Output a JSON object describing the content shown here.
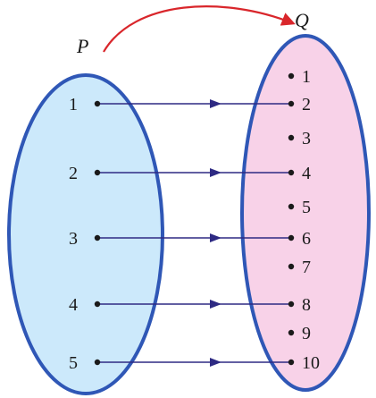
{
  "sets": {
    "domain": {
      "label": "P",
      "fill": "#cce9fb",
      "stroke": "#2f57b6"
    },
    "codomain": {
      "label": "Q",
      "fill": "#f8d2e8",
      "stroke": "#2f57b6"
    }
  },
  "domain_elements": [
    "1",
    "2",
    "3",
    "4",
    "5"
  ],
  "codomain_elements": [
    "1",
    "2",
    "3",
    "4",
    "5",
    "6",
    "7",
    "8",
    "9",
    "10"
  ],
  "mapping": [
    {
      "from": "1",
      "to": "2"
    },
    {
      "from": "2",
      "to": "4"
    },
    {
      "from": "3",
      "to": "6"
    },
    {
      "from": "4",
      "to": "8"
    },
    {
      "from": "5",
      "to": "10"
    }
  ],
  "colors": {
    "mapping_arrow": "#2e2a83",
    "curved_arrow": "#d9262b",
    "dot": "#1a1a1a"
  }
}
